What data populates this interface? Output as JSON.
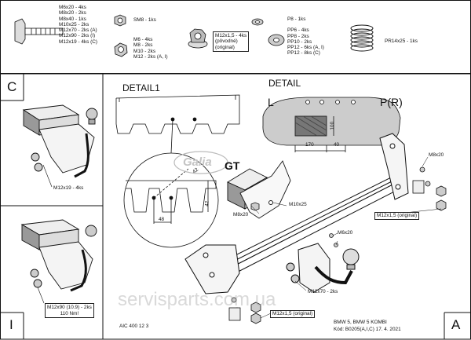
{
  "parts": {
    "bolts": [
      "M6x20 - 4ks",
      "M8x20 - 2ks",
      "M8x40 - 1ks",
      "M10x25 - 2ks",
      "M12x70 - 2ks (A)",
      "M12x90 - 2ks (I)",
      "M12x19 - 4ks (C)"
    ],
    "sm8": "SM8 - 1ks",
    "nuts": [
      "M6 - 4ks",
      "M8 - 2ks",
      "M10 - 2ks",
      "M12 - 2ks (A, I)"
    ],
    "flange_nut": [
      "M12x1,5 - 4ks",
      "(pôvodné)",
      "(original)"
    ],
    "washers": [
      "P8 - 1ks",
      "",
      "PP6 - 4ks",
      "PP8 - 2ks",
      "PP10 - 2ks",
      "PP12 - 6ks (A, I)",
      "PP12 - 8ks (C)"
    ],
    "spring": "PR14x25 - 1ks"
  },
  "panels": {
    "c": "C",
    "i": "I",
    "a": "A",
    "c_bolt": "M12x19 - 4ks",
    "i_bolt": "M12x90 (10.9) - 2ks",
    "i_torque": "110 Nm!"
  },
  "detail1": {
    "title": "DETAIL1",
    "dim_42a": "42",
    "dim_42b": "42",
    "dim_48": "48"
  },
  "detail2": {
    "title": "DETAIL",
    "left": "L",
    "right": "P(R)",
    "dim_100": "100",
    "dim_170": "170",
    "dim_40": "40"
  },
  "main": {
    "gt": "GT",
    "m10x25": "M10x25",
    "m8x20_left": "M8x20",
    "m8x20_right": "M8x20",
    "m12x15_right": "M12x1,5 (original)",
    "m6x20": "M6x20",
    "m12x70": "M12x70 - 2ks",
    "m12x15_bottom": "M12x1,5 (original)"
  },
  "footer": {
    "code": "AIC 400 12 3",
    "car": "BMW 5, BMW 5 KOMBI",
    "kod": "Kód: B0205(A,I,C)  17. 4. 2021"
  },
  "logo": "Galia",
  "watermark": "servisparts.com.ua"
}
